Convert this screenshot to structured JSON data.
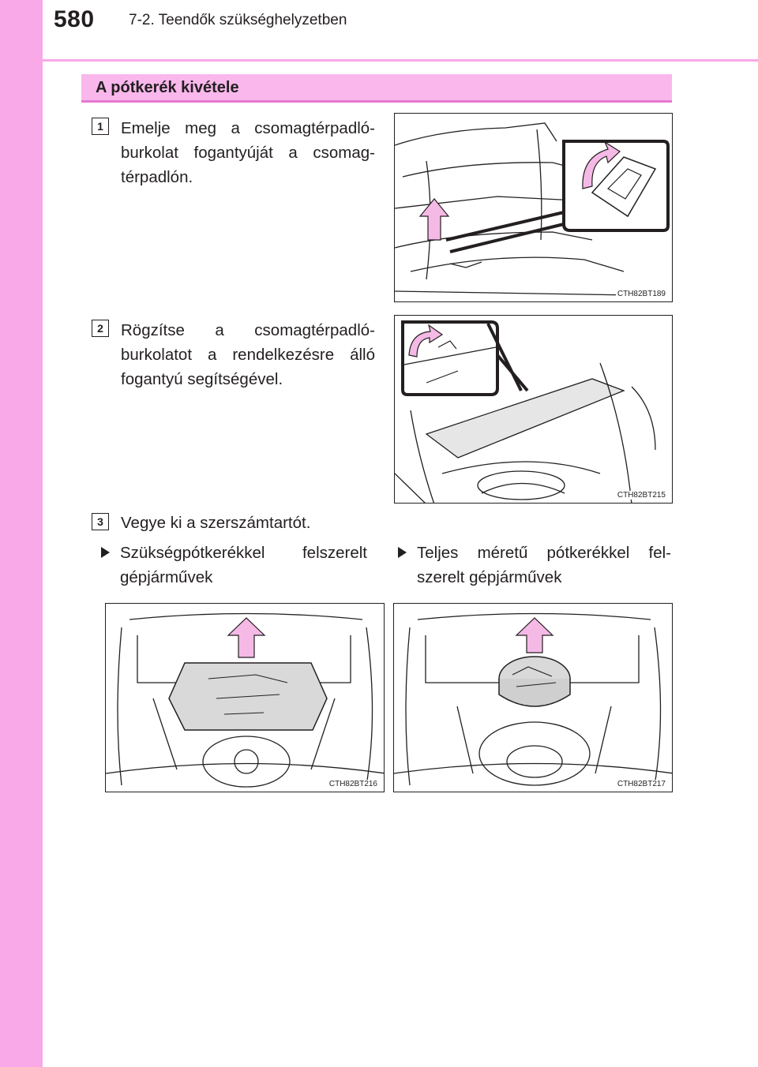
{
  "header": {
    "page_number": "580",
    "section": "7-2. Teendők szükséghelyzetben"
  },
  "section_title": "A pótkerék kivétele",
  "steps": [
    {
      "number": "1",
      "text": "Emelje meg a csomagtérpadló-burkolat fogantyúját a csomag-térpadlón.",
      "figure_code": "CTH82BT189"
    },
    {
      "number": "2",
      "text": "Rögzítse a csomagtérpadló-burkolatot a rendelkezésre álló fogantyú segítségével.",
      "figure_code": "CTH82BT215"
    },
    {
      "number": "3",
      "text": "Vegye ki a szerszámtartót."
    }
  ],
  "variants": [
    {
      "label": "Szükségpótkerékkel felszerelt gépjárművek",
      "figure_code": "CTH82BT216"
    },
    {
      "label": "Teljes méretű pótkerékkel fel-szerelt gépjárművek",
      "figure_code": "CTH82BT217"
    }
  ],
  "colors": {
    "accent": "#f9a8e8",
    "bar": "#f9b7ec",
    "arrow": "#f5b9e6"
  },
  "icons": [
    "bullet-triangle-icon",
    "lift-arrow-icon",
    "rotate-arrow-icon"
  ]
}
